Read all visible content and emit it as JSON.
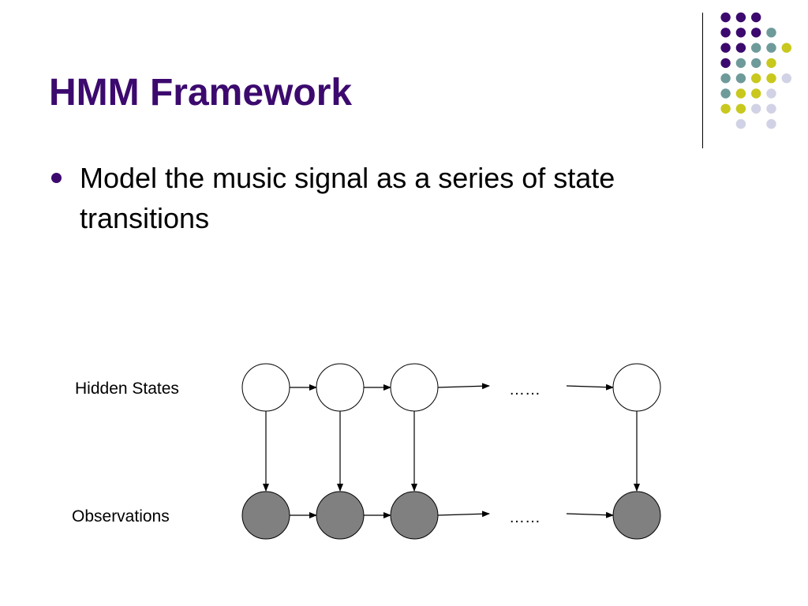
{
  "slide": {
    "title": "HMM Framework",
    "bullets": [
      {
        "text": "Model the music signal as a series of state transitions"
      }
    ]
  },
  "diagram": {
    "row_labels": {
      "hidden": "Hidden States",
      "observed": "Observations"
    },
    "ellipsis": "……",
    "hidden_states_per_row": 4,
    "observations_per_row": 4
  },
  "colors": {
    "title": "#3c0a6e",
    "bullet": "#3c0a6e",
    "text": "#000000",
    "hidden_fill": "#ffffff",
    "observed_fill": "#808080",
    "node_stroke": "#000000",
    "dot_palette": {
      "purple": "#3c0a6e",
      "teal": "#6e9a9a",
      "yellow": "#c8c81e",
      "lavender": "#d2d2e6"
    }
  }
}
